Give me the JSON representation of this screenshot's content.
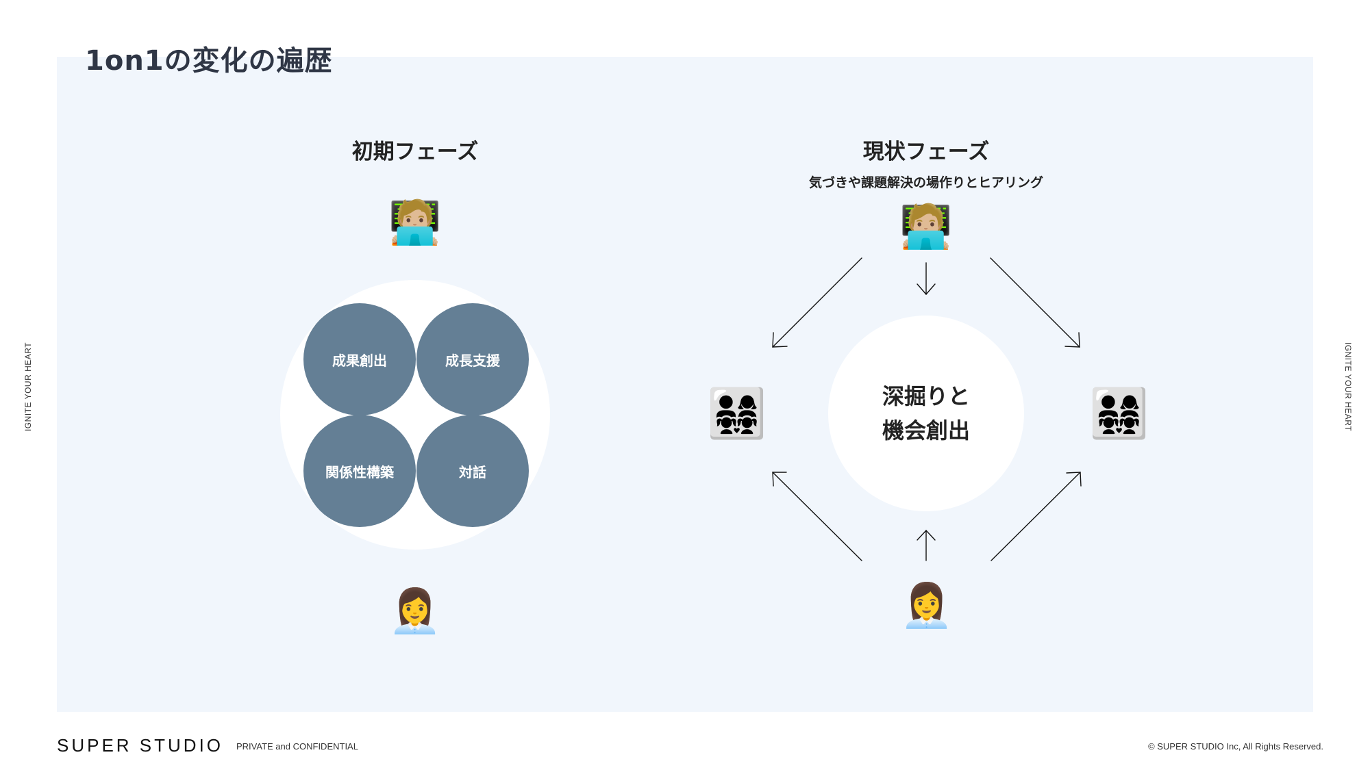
{
  "slide": {
    "title": "1on1の変化の遍歴",
    "side_label_left": "IGNITE YOUR HEART",
    "side_label_right": "IGNITE YOUR HEART"
  },
  "initial_phase": {
    "heading": "初期フェーズ",
    "top_person_icon": "🧑🏼‍💻",
    "bottom_person_icon": "👩‍💼",
    "circles": [
      {
        "label": "成果創出"
      },
      {
        "label": "成長支援"
      },
      {
        "label": "関係性構築"
      },
      {
        "label": "対話"
      }
    ],
    "circle_color": "#647f95"
  },
  "current_phase": {
    "heading": "現状フェーズ",
    "subheading": "気づきや課題解決の場作りとヒアリング",
    "top_person_icon": "🧑🏼‍💻",
    "bottom_person_icon": "👩‍💼",
    "left_group_icon": "👨‍👩‍👧‍👧",
    "right_group_icon": "👨‍👩‍👧‍👧",
    "center_line1": "深掘りと",
    "center_line2": "機会創出",
    "arrows": [
      {
        "name": "arrow-top-to-left",
        "direction": "down-left"
      },
      {
        "name": "arrow-top-to-center",
        "direction": "down"
      },
      {
        "name": "arrow-top-to-right",
        "direction": "down-right"
      },
      {
        "name": "arrow-bottom-to-left",
        "direction": "up-left"
      },
      {
        "name": "arrow-bottom-to-center",
        "direction": "up"
      },
      {
        "name": "arrow-bottom-to-right",
        "direction": "up-right"
      }
    ]
  },
  "footer": {
    "logo": "SUPER STUDIO",
    "confidentiality": "PRIVATE and CONFIDENTIAL",
    "copyright": "© SUPER STUDIO Inc, All Rights Reserved."
  },
  "colors": {
    "panel_background": "#f1f6fc",
    "title_color": "#2f3645",
    "circle_fill": "#647f95"
  }
}
